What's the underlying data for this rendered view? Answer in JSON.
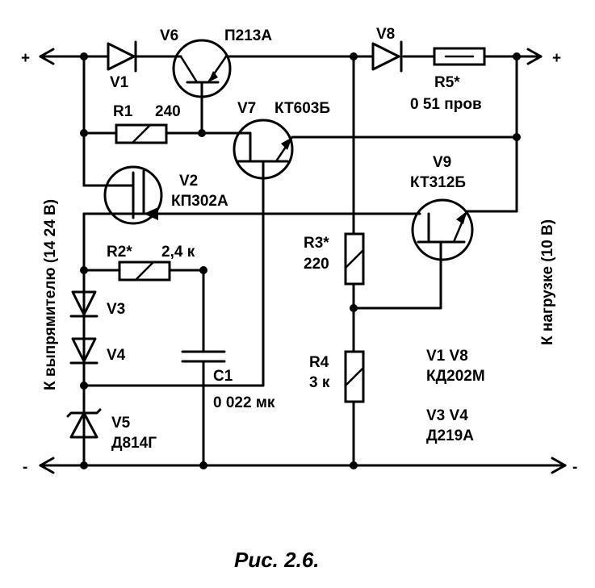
{
  "terminals": {
    "input_plus": "+",
    "input_minus": "-",
    "output_plus": "+",
    "output_minus": "-"
  },
  "side_labels": {
    "input": "К выпрямителю  (14  24 В)",
    "output": "К нагрузке  (10 В)"
  },
  "components": {
    "v1": {
      "ref": "V1"
    },
    "v6": {
      "ref": "V6",
      "type": "П213А"
    },
    "v8": {
      "ref": "V8"
    },
    "r5": {
      "ref": "R5*",
      "value": "0 51 пров"
    },
    "r1": {
      "ref": "R1",
      "value": "240"
    },
    "v7": {
      "ref": "V7",
      "type": "КТ603Б"
    },
    "v2": {
      "ref": "V2",
      "type": "КП302А"
    },
    "v9": {
      "ref": "V9",
      "type": "КТ312Б"
    },
    "r2": {
      "ref": "R2*",
      "value": "2,4 к"
    },
    "r3": {
      "ref": "R3*",
      "value": "220"
    },
    "v3": {
      "ref": "V3"
    },
    "v4": {
      "ref": "V4"
    },
    "r4": {
      "ref": "R4",
      "value": "3 к"
    },
    "c1": {
      "ref": "C1",
      "value": "0 022 мк"
    },
    "v5": {
      "ref": "V5",
      "type": "Д814Г"
    }
  },
  "notes": [
    {
      "refs": "V1  V8",
      "type": "КД202М"
    },
    {
      "refs": "V3  V4",
      "type": "Д219А"
    }
  ],
  "caption": "Рис. 2.6."
}
